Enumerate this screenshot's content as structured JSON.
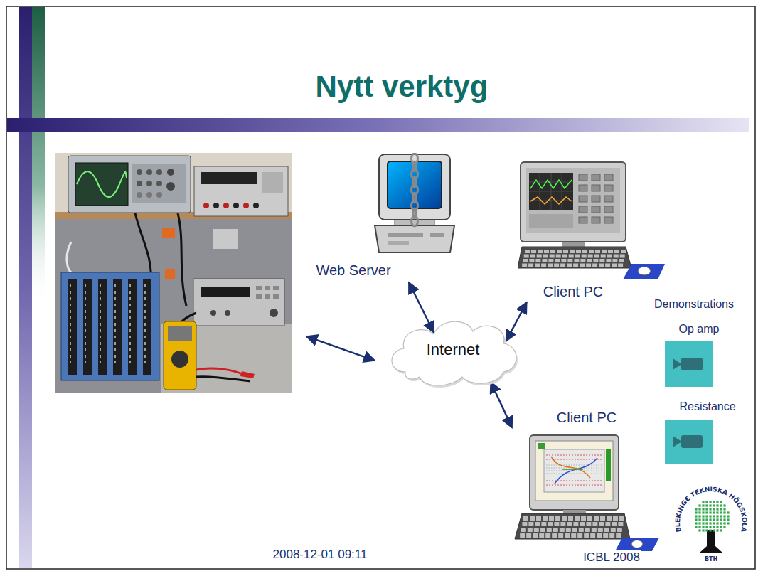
{
  "diagram": {
    "title": "Nytt verktyg",
    "nodes": [
      {
        "text": [
          "Web Server"
        ]
      },
      {
        "text": [
          "Client PC"
        ]
      },
      {
        "text": [
          "Internet"
        ]
      },
      {
        "text": [
          "Client PC"
        ]
      }
    ],
    "edges": [
      {
        "from": 0,
        "to": 2,
        "arrow": "both"
      },
      {
        "from": 1,
        "to": 2,
        "arrow": "both"
      },
      {
        "from": 2,
        "to": 3,
        "arrow": "both"
      }
    ],
    "labels": [
      "Demonstrations",
      "Op amp",
      "Resistance",
      "2008-12-01 09:11",
      "ICBL 2008",
      "BLEKINGE TEKNISKA HÖGSKOLA",
      "BTH"
    ]
  }
}
